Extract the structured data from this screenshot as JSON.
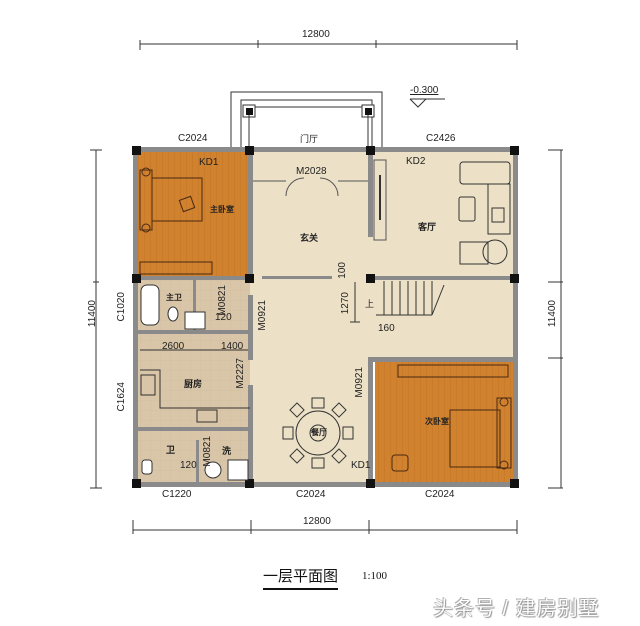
{
  "title": "一层平面图",
  "scale": "1:100",
  "watermark": "头条号 / 建房别墅",
  "elevation": "-0.300",
  "dimensions": {
    "top_total": "12800",
    "bottom_total": "12800",
    "left_total": "11400",
    "right_total": "11400",
    "kitchen_a": "2600",
    "kitchen_b": "1400",
    "step_gap": "100",
    "stair_depth": "1270",
    "stair_gap": "160",
    "bath_gap": "120",
    "wash_gap": "120"
  },
  "windows": {
    "top_left": "C2024",
    "top_right": "C2426",
    "left_upper": "C1020",
    "left_lower": "C1624",
    "bottom_left": "C1220",
    "bottom_mid": "C2024",
    "bottom_right": "C2024"
  },
  "doors": {
    "entry": "M2028",
    "master_bath": "M0821",
    "hall": "M0921",
    "kitchen": "M2227",
    "second_bed": "M0921",
    "guest_bath": "M0821",
    "kd1_top": "KD1",
    "kd2": "KD2",
    "kd1_bottom": "KD1"
  },
  "rooms": {
    "porch": "门厅",
    "master_bedroom": "主卧室",
    "foyer": "玄关",
    "living": "客厅",
    "master_bath": "主卫",
    "kitchen": "厨房",
    "dining": "餐厅",
    "second_bedroom": "次卧室",
    "guest_bath": "卫",
    "wash": "洗",
    "stair_up": "上"
  },
  "colors": {
    "bedroom": "#d0822e",
    "floor": "#ece1c7",
    "tile": "#d6c3a6",
    "wall": "#8a8a8a",
    "column": "#111111"
  }
}
